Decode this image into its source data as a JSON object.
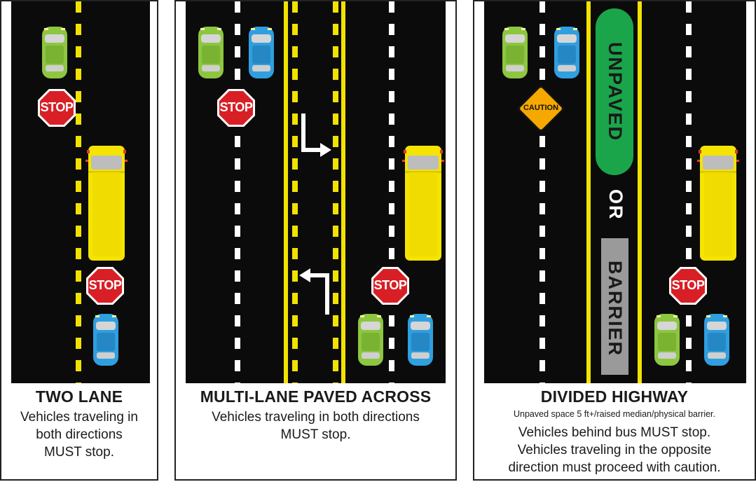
{
  "panels": [
    {
      "title": "TWO LANE",
      "lines": [
        "Vehicles traveling in",
        "both directions",
        "MUST stop."
      ]
    },
    {
      "title": "MULTI-LANE PAVED ACROSS",
      "lines": [
        "Vehicles traveling in both directions",
        "MUST stop."
      ]
    },
    {
      "title": "DIVIDED HIGHWAY",
      "note": "Unpaved space 5 ft+/raised median/physical barrier.",
      "lines": [
        "Vehicles behind bus MUST stop.",
        "Vehicles traveling in the opposite",
        "direction must proceed with caution."
      ]
    }
  ],
  "signs": {
    "stop": "STOP",
    "caution": "CAUTION"
  },
  "median": {
    "unpaved": "UNPAVED",
    "or": "OR",
    "barrier": "BARRIER"
  },
  "colors": {
    "road": "#0b0b0b",
    "yellow_line": "#f2e200",
    "stop_sign": "#d81f26",
    "caution_sign": "#f5a800",
    "unpaved": "#1aa54b",
    "barrier": "#9a9a9a",
    "car_green": "#8dc63f",
    "car_blue": "#2f9fe0",
    "bus": "#f5e400"
  },
  "icons": [
    "stop-sign-icon",
    "caution-sign-icon",
    "car-icon",
    "school-bus-icon",
    "turn-arrow-icon"
  ]
}
